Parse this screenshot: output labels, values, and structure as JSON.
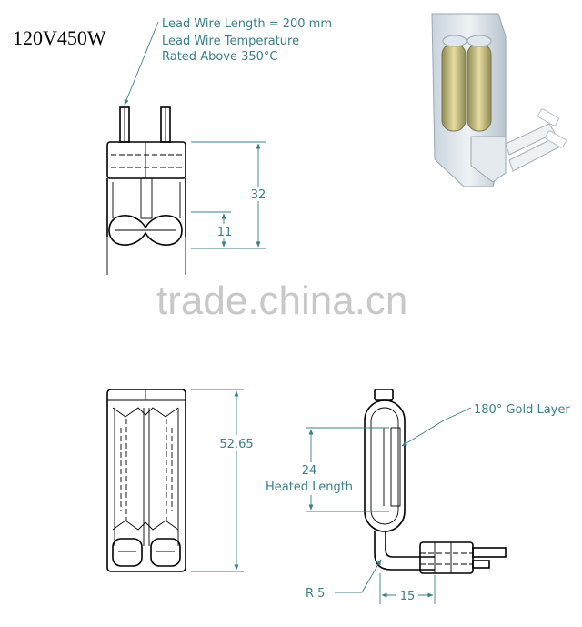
{
  "title": "120V450W",
  "notes": {
    "lead_length": "Lead Wire Length = 200 mm",
    "lead_temp": "Lead Wire Temperature",
    "rated": "Rated Above 350°C"
  },
  "dimensions": {
    "top_height": "32",
    "top_inner": "11",
    "front_height": "52.65",
    "heated_value": "24",
    "heated_label": "Heated Length",
    "radius": "R 5",
    "offset": "15"
  },
  "callouts": {
    "gold_layer": "180° Gold Layer"
  },
  "watermark": "trade.china.cn",
  "colors": {
    "annotation": "#3b7f88",
    "line": "#000000",
    "gold": "#c9b46a"
  }
}
